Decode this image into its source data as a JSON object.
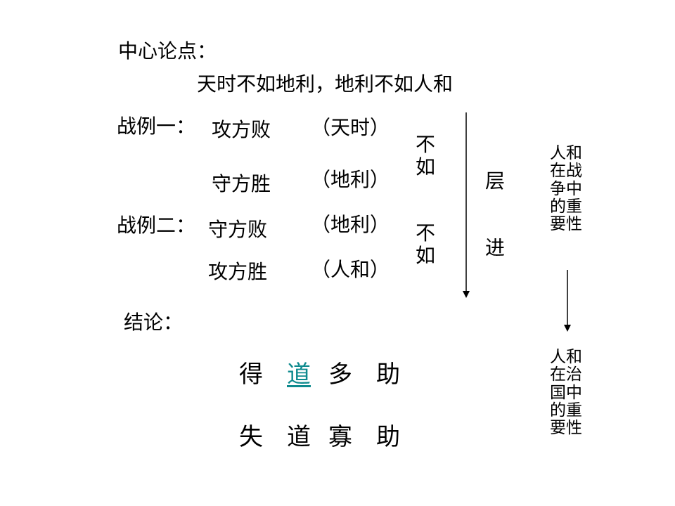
{
  "thesis": {
    "label": "中心论点：",
    "text": "天时不如地利，地利不如人和"
  },
  "example1": {
    "label": "战例一：",
    "rows": [
      {
        "side": "攻方败",
        "factor": "（天时）"
      },
      {
        "side": "守方胜",
        "factor": "（地利）"
      }
    ],
    "compare": "不如"
  },
  "example2": {
    "label": "战例二：",
    "rows": [
      {
        "side": "守方败",
        "factor": "（地利）"
      },
      {
        "side": "攻方胜",
        "factor": "（人和）"
      }
    ],
    "compare": "不如"
  },
  "progression": {
    "char1": "层",
    "char2": "进"
  },
  "importance": {
    "war": "人和在战争中的重要性",
    "governance": "人和在治国中的重要性"
  },
  "conclusion": {
    "label": "结论：",
    "line1": [
      "得",
      "道",
      "多",
      "助"
    ],
    "line2": [
      "失",
      "道",
      "寡",
      "助"
    ]
  },
  "colors": {
    "link": "#0e8a8e"
  }
}
